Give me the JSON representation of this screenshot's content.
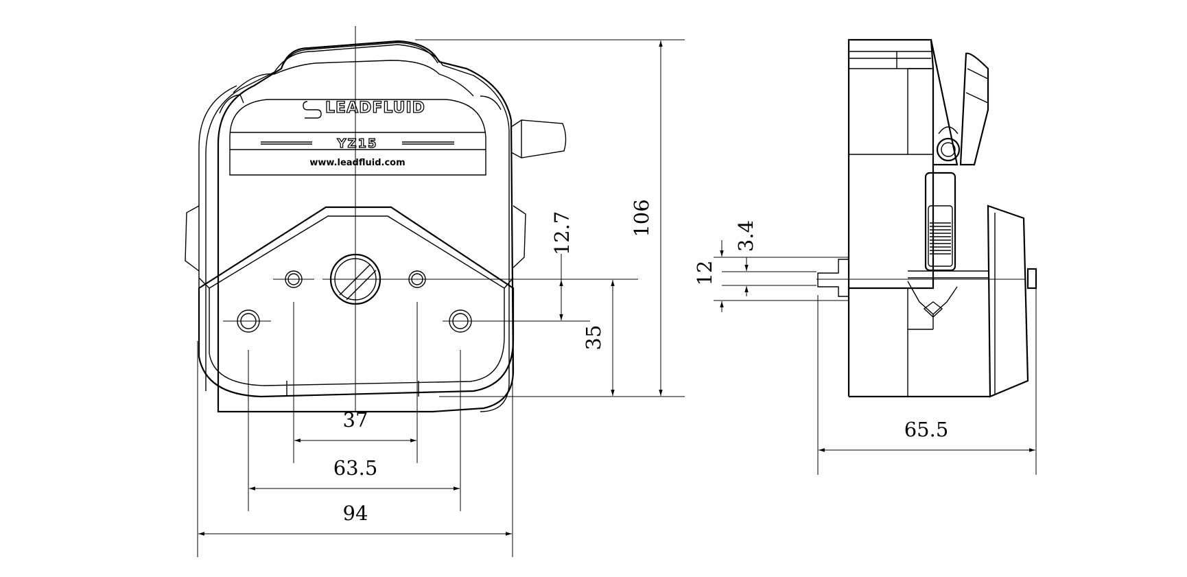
{
  "product": {
    "brand": "LEADFLUID",
    "model": "YZ15",
    "website": "www.leadfluid.com"
  },
  "dimensions": {
    "front_width_total": "94",
    "mount_outer_spacing": "63.5",
    "mount_inner_spacing": "37",
    "overall_height": "106",
    "center_height": "35",
    "hole_offset": "12.7",
    "side_depth": "65.5",
    "tube_slot": "12",
    "tube_offset": "3.4"
  }
}
